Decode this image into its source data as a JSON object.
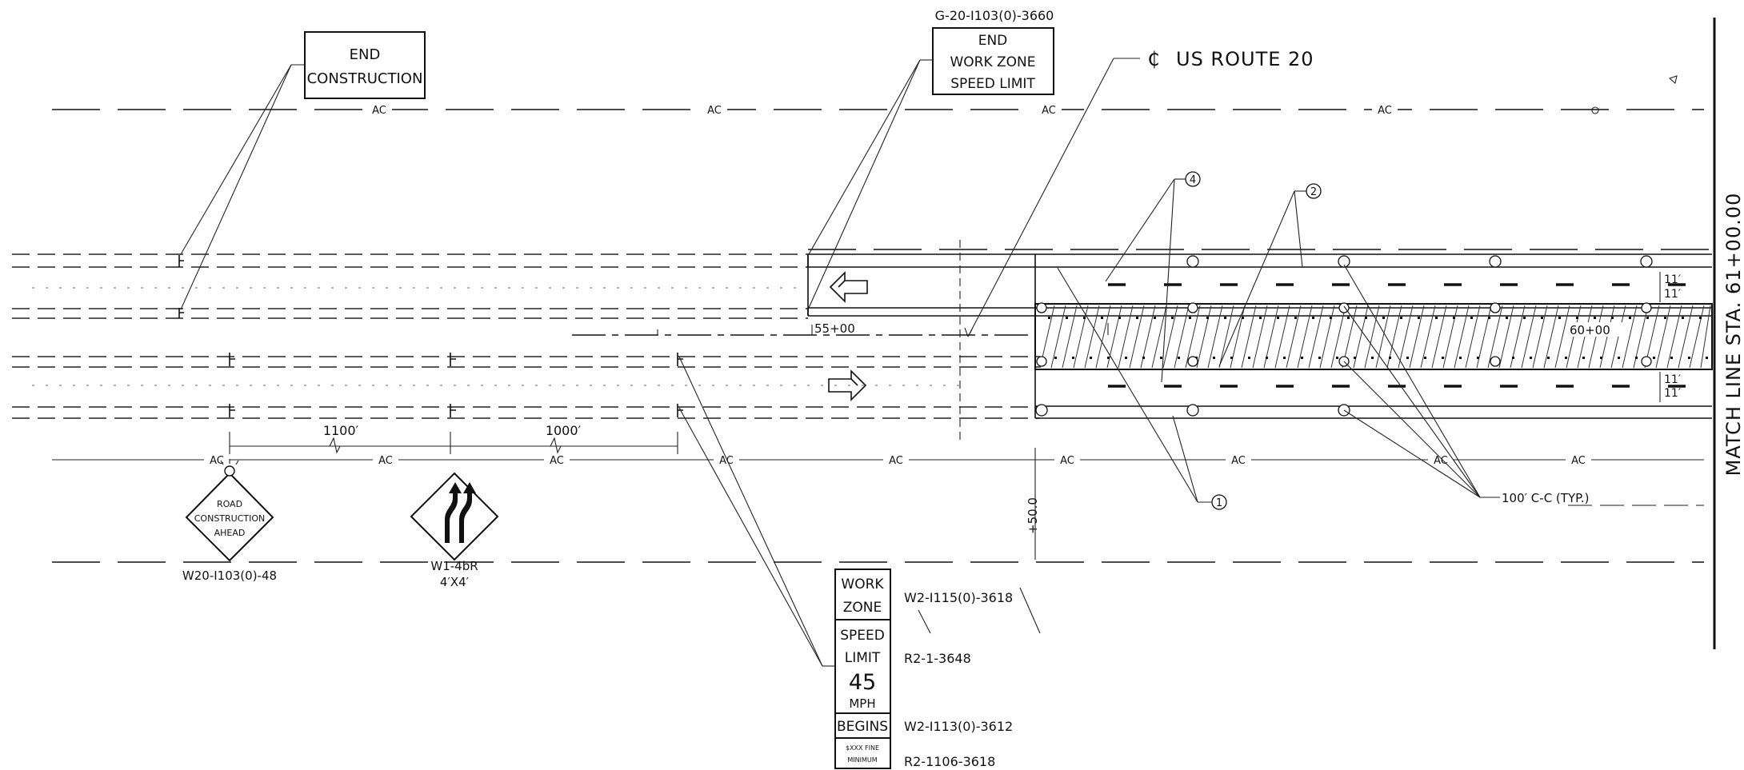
{
  "title": "",
  "labels": {
    "ac": "AC",
    "centerline_symbol": "₵",
    "centerline_route": "US ROUTE 20",
    "top_code": "G-20-I103(0)-3660",
    "sta_55": "55+00",
    "sta_60": "60+00",
    "offset": "+50.0",
    "dim_1100": "1100′",
    "dim_1000": "1000′",
    "lane_11a": "11′",
    "lane_11b": "11′",
    "lane_11c": "11′",
    "lane_11d": "11′",
    "spacing_note": "100′ C-C (TYP.)",
    "match_line": "MATCH LINE STA. 61+00.00",
    "callout_1": "1",
    "callout_2": "2",
    "callout_4": "4"
  },
  "signs": {
    "end_construction": {
      "line1": "END",
      "line2": "CONSTRUCTION"
    },
    "end_work_zone": {
      "line1": "END",
      "line2": "WORK ZONE",
      "line3": "SPEED LIMIT"
    },
    "road_construction": {
      "line1": "ROAD",
      "line2": "CONSTRUCTION",
      "line3": "AHEAD",
      "code": "W20-I103(0)-48"
    },
    "lane_shift": {
      "code": "W1-4bR",
      "size": "4′X4′"
    },
    "assembly": {
      "work": "WORK",
      "zone": "ZONE",
      "speed": "SPEED",
      "limit": "LIMIT",
      "speed_value": "45",
      "mph": "MPH",
      "begins": "BEGINS",
      "fine1": "$XXX FINE",
      "fine2": "MINIMUM",
      "code_work_zone": "W2-I115(0)-3618",
      "code_speed_limit": "R2-1-3648",
      "code_begins": "W2-I113(0)-3612",
      "code_fine": "R2-1106-3618"
    }
  }
}
